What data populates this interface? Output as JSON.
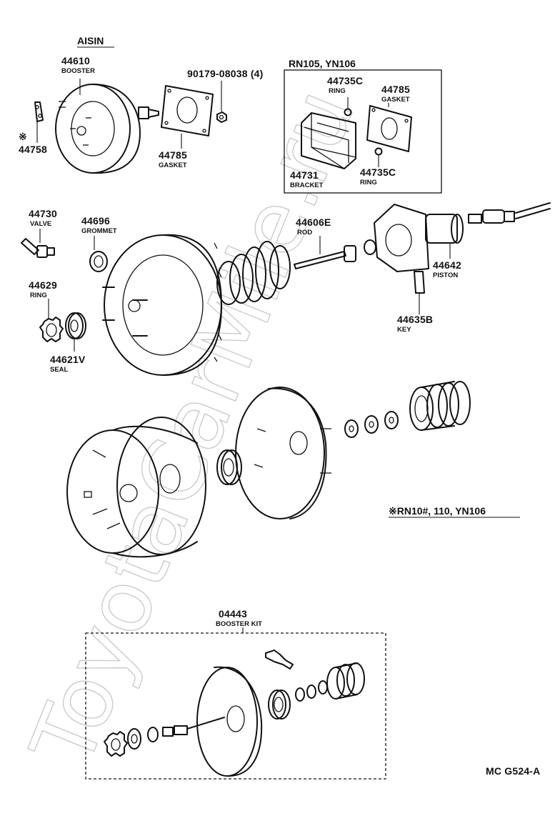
{
  "watermark": "ToyotaCarMile.ru",
  "diagram_code": "MC G524-A",
  "brand_label": "AISIN",
  "variant_headings": {
    "box_models": "RN105, YN106",
    "note_models": "※RN10#, 110, YN106"
  },
  "parts": {
    "p44610": {
      "number": "44610",
      "name": "BOOSTER"
    },
    "p44758": {
      "mark": "※",
      "number": "44758"
    },
    "p90179": {
      "number": "90179-08038 (4)"
    },
    "p44785a": {
      "number": "44785",
      "name": "GASKET"
    },
    "p44735c_top": {
      "number": "44735C",
      "name": "RING"
    },
    "p44785b": {
      "number": "44785",
      "name": "GASKET"
    },
    "p44731": {
      "number": "44731",
      "name": "BRACKET"
    },
    "p44735c_bot": {
      "number": "44735C",
      "name": "RING"
    },
    "p44730": {
      "number": "44730",
      "name": "VALVE"
    },
    "p44696": {
      "number": "44696",
      "name": "GROMMET"
    },
    "p44606e": {
      "number": "44606E",
      "name": "ROD"
    },
    "p44642": {
      "number": "44642",
      "name": "PISTON"
    },
    "p44629": {
      "number": "44629",
      "name": "RING"
    },
    "p44635b": {
      "number": "44635B",
      "name": "KEY"
    },
    "p44621v": {
      "number": "44621V",
      "name": "SEAL"
    },
    "p04443": {
      "number": "04443",
      "name": "BOOSTER KIT"
    }
  }
}
